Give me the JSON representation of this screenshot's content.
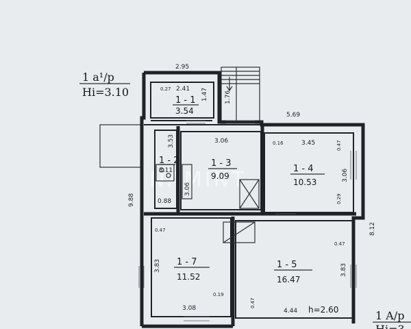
{
  "floor_labels": {
    "top_left_line1": "1 a¹/p",
    "top_left_line2": "Hi=3.10",
    "bottom_right_line1": "1 A/p",
    "bottom_right_line2": "Hi=3."
  },
  "watermark": "NAMINT",
  "rooms": [
    {
      "id": "1-1",
      "number": "1 - 1",
      "area": "3.54"
    },
    {
      "id": "1-2",
      "number": "1 - 2",
      "area": "3.11"
    },
    {
      "id": "1-3",
      "number": "1 - 3",
      "area": "9.09"
    },
    {
      "id": "1-4",
      "number": "1 - 4",
      "area": "10.53"
    },
    {
      "id": "1-5",
      "number": "1 - 5",
      "area": "16.47"
    },
    {
      "id": "1-7",
      "number": "1 - 7",
      "area": "11.52"
    }
  ],
  "ceiling_height": "h=2.60",
  "dimensions": {
    "top_width": "2.95",
    "room11_width": "2.41",
    "room11_small": "0.27",
    "room11_depth": "1.47",
    "stair_depth": "1.76",
    "top_right_width": "5.69",
    "room13_width": "3.06",
    "room14_small_left": "0.16",
    "room14_width": "3.45",
    "room14_small_right": "0.47",
    "room14_depth": "3.06",
    "room14_small_bottom": "0.29",
    "room12_depth": "3.53",
    "room13_depth": "3.06",
    "room12_small": "0.88",
    "left_total": "9.88",
    "right_total": "8.12",
    "room17_small": "0.47",
    "room17_depth": "3.83",
    "room17_small_bottom": "0.19",
    "room17_width": "3.08",
    "room15_small": "0.47",
    "room15_depth": "3.83",
    "room15_small_bottom": "0.47",
    "room15_width": "4.44"
  }
}
